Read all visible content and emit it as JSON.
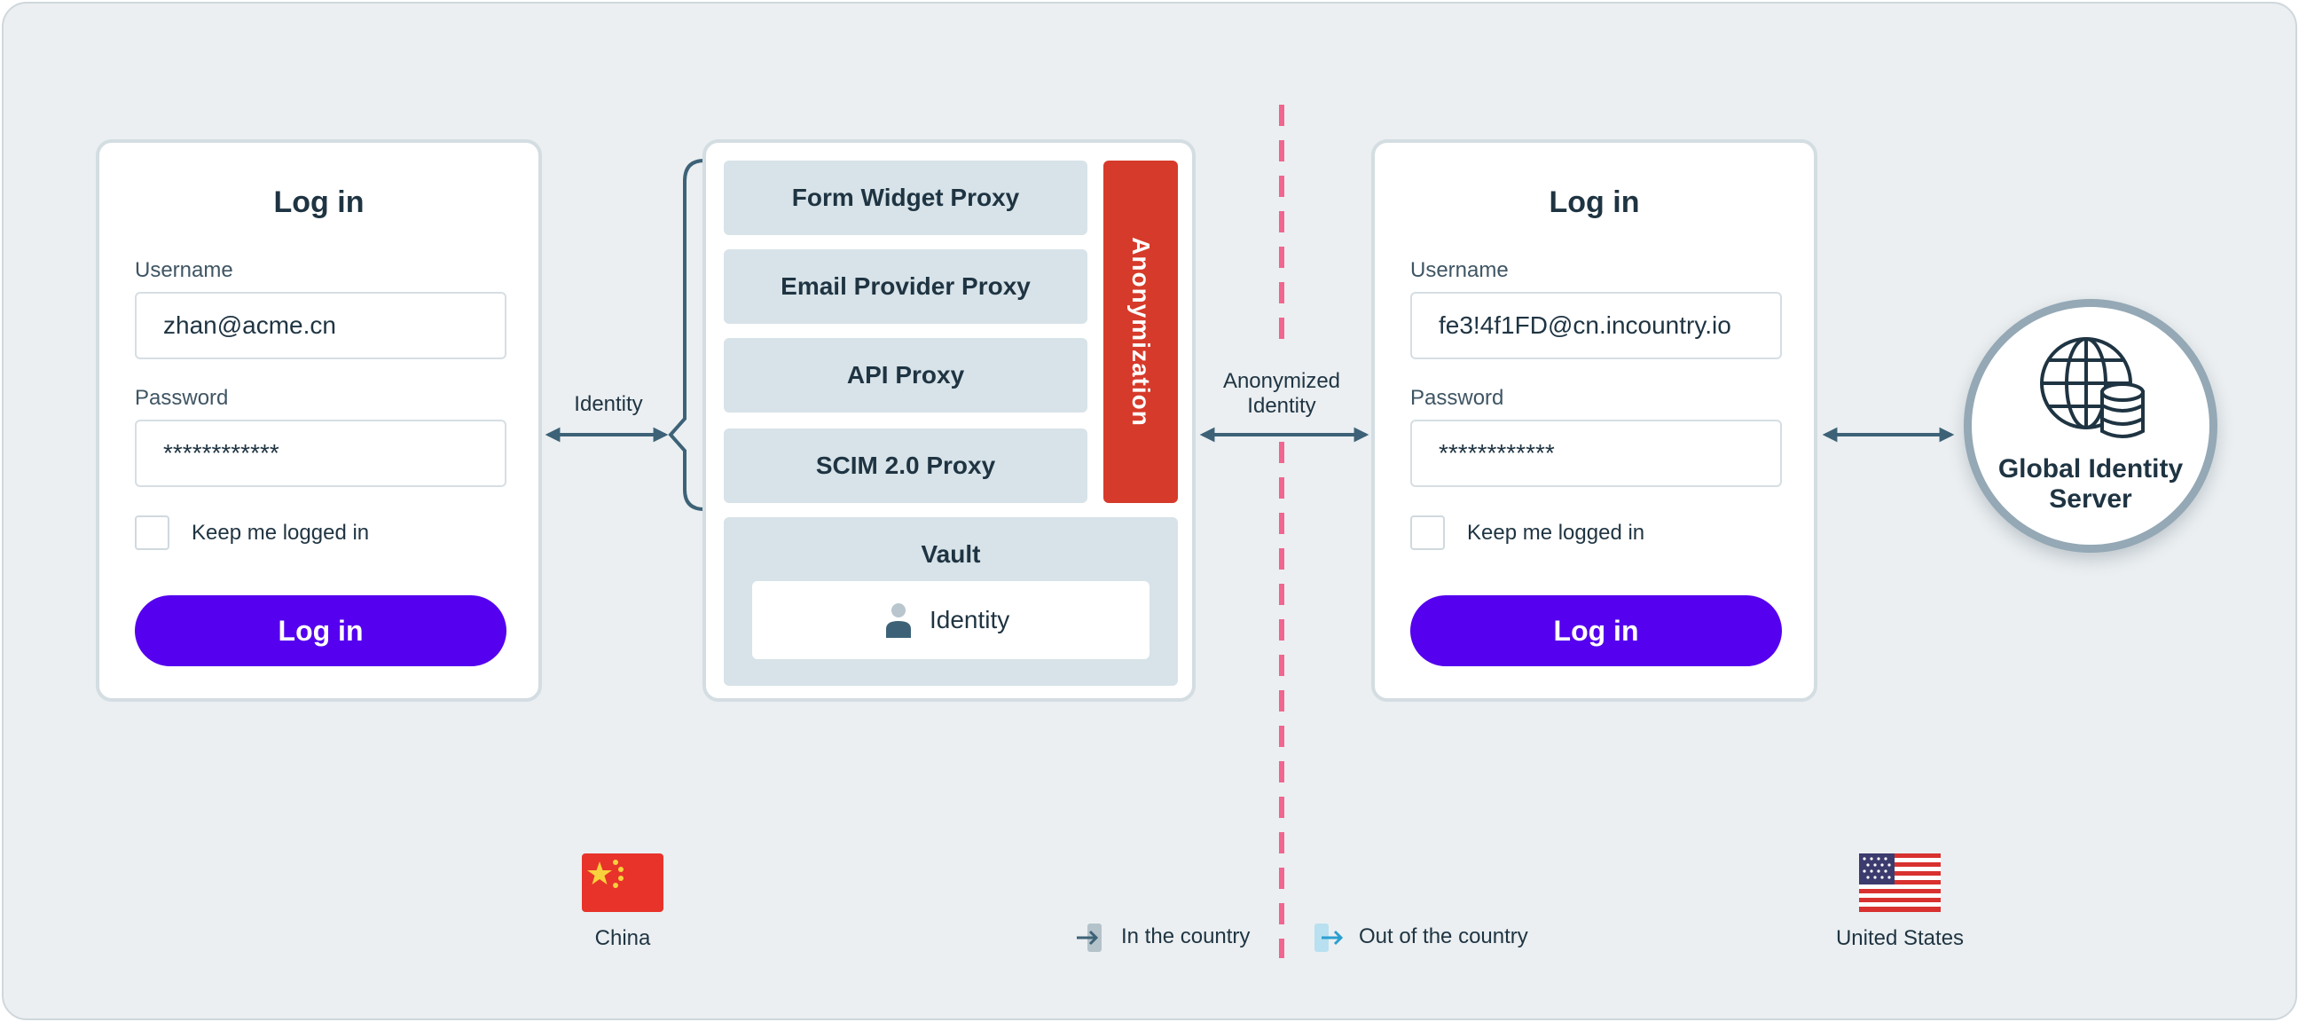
{
  "left_login": {
    "title": "Log in",
    "username_label": "Username",
    "username_value": "zhan@acme.cn",
    "password_label": "Password",
    "password_value": "************",
    "keep_logged_label": "Keep me logged in",
    "button_label": "Log in"
  },
  "identity_edge_label": "Identity",
  "proxy_panel": {
    "items": [
      "Form Widget Proxy",
      "Email Provider Proxy",
      "API Proxy",
      "SCIM 2.0 Proxy"
    ],
    "anonymization_label": "Anonymization",
    "vault_title": "Vault",
    "vault_identity_label": "Identity"
  },
  "anonymized_edge_label": [
    "Anonymized",
    "Identity"
  ],
  "right_login": {
    "title": "Log in",
    "username_label": "Username",
    "username_value": "fe3!4f1FD@cn.incountry.io",
    "password_label": "Password",
    "password_value": "************",
    "keep_logged_label": "Keep me logged in",
    "button_label": "Log in"
  },
  "server": {
    "label_line1": "Global Identity",
    "label_line2": "Server"
  },
  "regions": {
    "left": "China",
    "right": "United States"
  },
  "legend": {
    "in_country": "In the country",
    "out_of_country": "Out of the country"
  },
  "colors": {
    "background": "#ebeff1",
    "button": "#5500ee",
    "anonymization": "#d63a2a",
    "border_line": "#f06690",
    "arrow": "#3d6277",
    "proxy_fill": "#d7e3e8"
  }
}
